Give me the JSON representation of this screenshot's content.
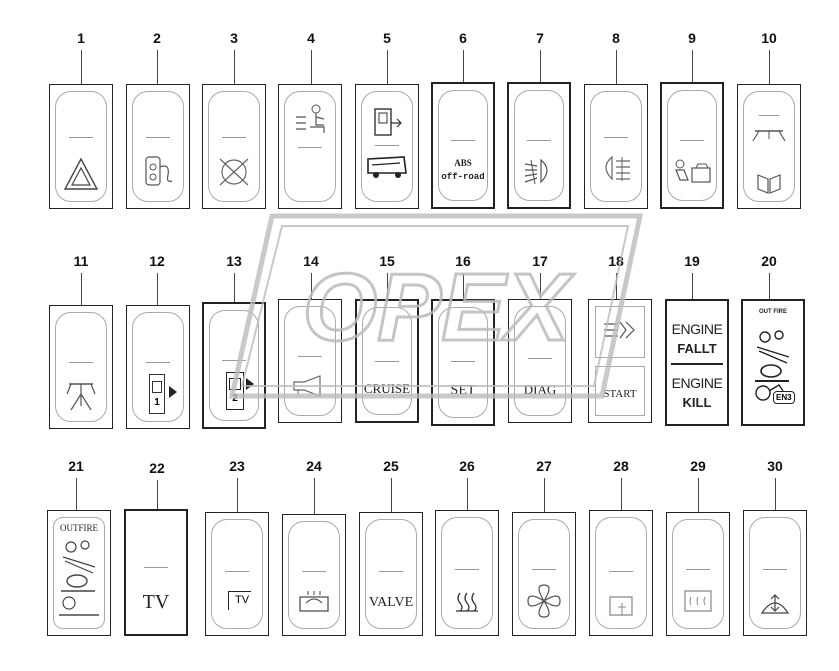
{
  "labels": {
    "n1": "1",
    "n2": "2",
    "n3": "3",
    "n4": "4",
    "n5": "5",
    "n6": "6",
    "n7": "7",
    "n8": "8",
    "n9": "9",
    "n10": "10",
    "n11": "11",
    "n12": "12",
    "n13": "13",
    "n14": "14",
    "n15": "15",
    "n16": "16",
    "n17": "17",
    "n18": "18",
    "n19": "19",
    "n20": "20",
    "n21": "21",
    "n22": "22",
    "n23": "23",
    "n24": "24",
    "n25": "25",
    "n26": "26",
    "n27": "27",
    "n28": "28",
    "n29": "29",
    "n30": "30"
  },
  "switch_text": {
    "abs_line1": "ABS",
    "abs_line2": "off-road",
    "cruise": "CRUISE",
    "set": "SET",
    "diag": "DIAG",
    "start": "START",
    "engine1": "ENGINE",
    "fault": "FALLT",
    "engine2": "ENGINE",
    "kill": "KILL",
    "tv": "TV",
    "tv_small": "TV",
    "valve": "VALVE",
    "sw12_digit": "1",
    "sw13_digit": "2",
    "sw20_caption": "OUT FIRE",
    "sw20_badge": "EN3",
    "sw21_caption": "OUTFIRE"
  },
  "watermark": {
    "text": "OPEX",
    "color": "#bbbbbb"
  },
  "icons": [
    "hazard-triangle-icon",
    "fuel-pump-icon",
    "crossed-out-icon",
    "seated-person-icon",
    "door-and-vehicle-icon",
    "abs-offroad-label",
    "fog-light-icon",
    "rear-fog-light-icon",
    "lamp-and-box-icon",
    "work-light-icon",
    "work-light-stand-icon",
    "arrow-right-icon",
    "arrow-right-icon",
    "horn-icon",
    "cruise-label",
    "set-label",
    "diag-label",
    "start-and-arrows-icon",
    "engine-fault-kill-label",
    "fire-extinguish-icon",
    "fire-extinguish-icon",
    "tv-label",
    "tv-small-icon",
    "heated-tray-icon",
    "valve-label",
    "heated-seat-icon",
    "fan-icon",
    "mirror-icon",
    "mirror-heat-icon",
    "wiper-washer-icon"
  ]
}
